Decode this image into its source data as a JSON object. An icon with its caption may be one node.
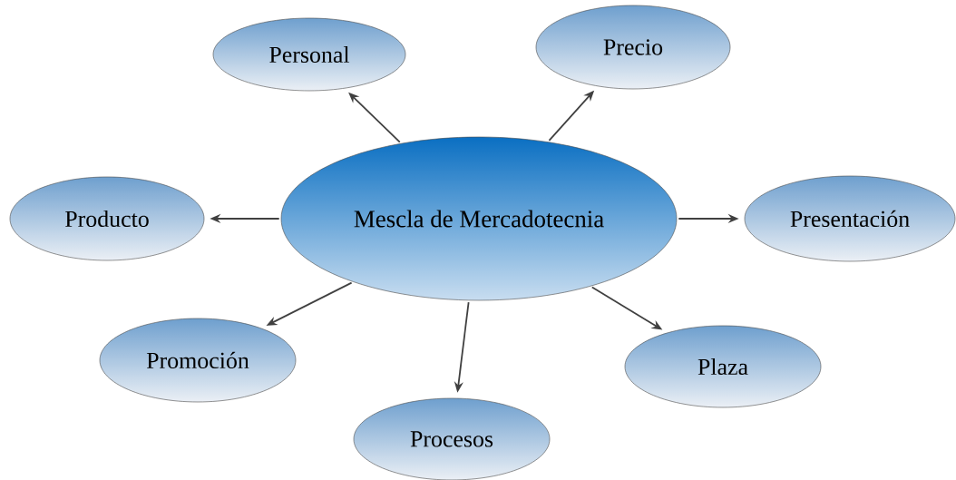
{
  "diagram": {
    "nodes": [
      {
        "text": [
          "Mescla de Mercadotecnia"
        ]
      },
      {
        "text": [
          "Personal"
        ]
      },
      {
        "text": [
          "Precio"
        ]
      },
      {
        "text": [
          "Producto"
        ]
      },
      {
        "text": [
          "Presentación"
        ]
      },
      {
        "text": [
          "Promoción"
        ]
      },
      {
        "text": [
          "Plaza"
        ]
      },
      {
        "text": [
          "Procesos"
        ]
      }
    ],
    "edges": [
      {
        "from": 0,
        "to": 1,
        "arrow": "to"
      },
      {
        "from": 0,
        "to": 2,
        "arrow": "to"
      },
      {
        "from": 0,
        "to": 3,
        "arrow": "to"
      },
      {
        "from": 0,
        "to": 4,
        "arrow": "to"
      },
      {
        "from": 0,
        "to": 5,
        "arrow": "to"
      },
      {
        "from": 0,
        "to": 6,
        "arrow": "to"
      },
      {
        "from": 0,
        "to": 7,
        "arrow": "to"
      }
    ]
  }
}
